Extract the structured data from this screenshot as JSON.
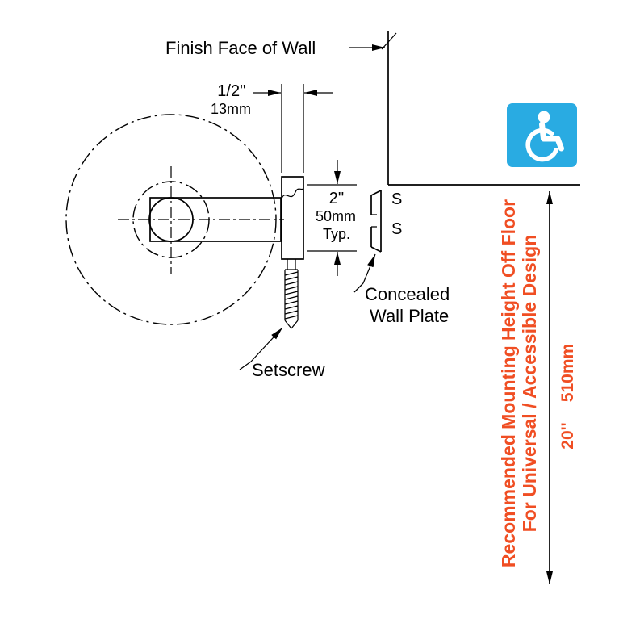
{
  "colors": {
    "red": "#f04e23",
    "blue": "#29abe2",
    "white": "#ffffff",
    "black": "#000000"
  },
  "wall": {
    "finish_face_label": "Finish Face of Wall"
  },
  "dimensions": {
    "projection": {
      "inches": "1/2''",
      "metric": "13mm"
    },
    "plate": {
      "inches": "2''",
      "metric": "50mm",
      "qualifier": "Typ."
    },
    "height": {
      "inches": "20''",
      "metric": "510mm"
    }
  },
  "labels": {
    "wall_plate_line1": "Concealed",
    "wall_plate_line2": "Wall Plate",
    "setscrew": "Setscrew",
    "s_upper": "S",
    "s_lower": "S"
  },
  "note": {
    "line1": "Recommended Mounting Height Off Floor",
    "line2": "For Universal / Accessible Design"
  },
  "icon": {
    "name": "international-symbol-of-accessibility",
    "background": "#29abe2",
    "foreground": "#ffffff"
  }
}
